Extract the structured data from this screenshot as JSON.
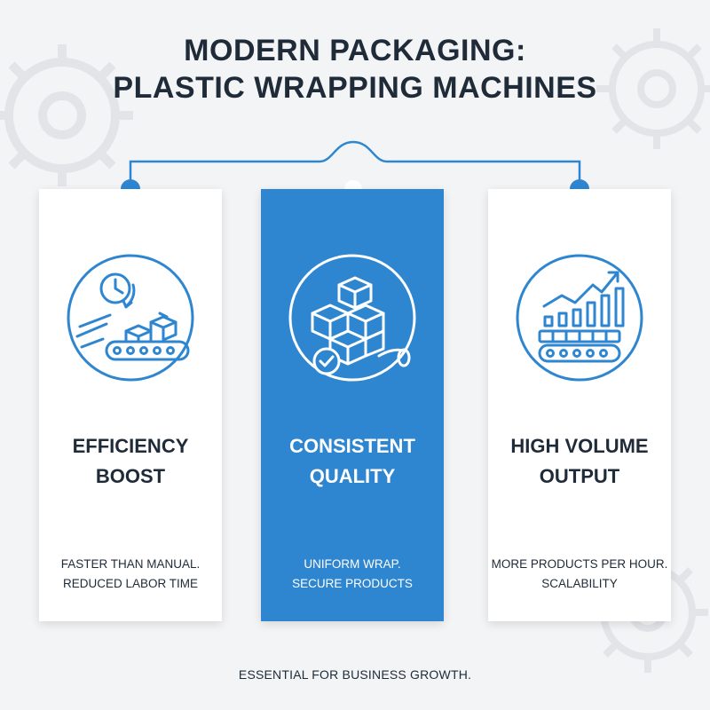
{
  "title": {
    "line1": "MODERN PACKAGING:",
    "line2": "PLASTIC WRAPPING MACHINES"
  },
  "colors": {
    "accent_blue": "#2e86d1",
    "dark_text": "#1f2b38",
    "background": "#f3f4f6",
    "card_white": "#ffffff"
  },
  "cards": [
    {
      "icon": "conveyor-clock-icon",
      "heading_line1": "EFFICIENCY",
      "heading_line2": "BOOST",
      "desc_line1": "FASTER THAN MANUAL.",
      "desc_line2": "REDUCED LABOR TIME"
    },
    {
      "icon": "stacked-boxes-check-icon",
      "heading_line1": "CONSISTENT",
      "heading_line2": "QUALITY",
      "desc_line1": "UNIFORM WRAP.",
      "desc_line2": "SECURE PRODUCTS"
    },
    {
      "icon": "growth-chart-conveyor-icon",
      "heading_line1": "HIGH VOLUME",
      "heading_line2": "OUTPUT",
      "desc_line1": "MORE PRODUCTS PER HOUR.",
      "desc_line2": "SCALABILITY"
    }
  ],
  "footer": "ESSENTIAL FOR BUSINESS GROWTH."
}
